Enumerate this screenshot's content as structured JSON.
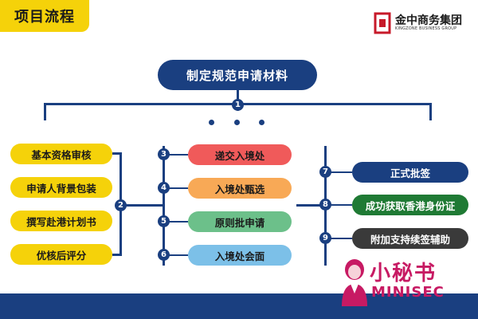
{
  "header": {
    "title": "项目流程"
  },
  "logo": {
    "name": "金中商务集团",
    "sub": "KINGZONE BUSINESS GROUP"
  },
  "main_step": {
    "label": "制定规范申请材料",
    "number": "1"
  },
  "left_group": {
    "number": "2",
    "items": [
      "基本资格审核",
      "申请人背景包装",
      "撰写赴港计划书",
      "优核后评分"
    ]
  },
  "center_group": {
    "items": [
      {
        "number": "3",
        "label": "递交入境处",
        "color": "#f05a5a"
      },
      {
        "number": "4",
        "label": "入境处甄选",
        "color": "#f8a956"
      },
      {
        "number": "5",
        "label": "原则批申请",
        "color": "#6cc08a"
      },
      {
        "number": "6",
        "label": "入境处会面",
        "color": "#7cc0e8"
      }
    ]
  },
  "right_group": {
    "items": [
      {
        "number": "7",
        "label": "正式批签",
        "color": "#1a3f80"
      },
      {
        "number": "8",
        "label": "成功获取香港身份证",
        "color": "#1f7a34"
      },
      {
        "number": "9",
        "label": "附加支持续签辅助",
        "color": "#3a3a3a"
      }
    ]
  },
  "brand": {
    "cn": "小秘书",
    "en": "MINISEC"
  },
  "colors": {
    "navy": "#1a3f80",
    "yellow": "#f5d20a",
    "magenta": "#c71a63"
  }
}
